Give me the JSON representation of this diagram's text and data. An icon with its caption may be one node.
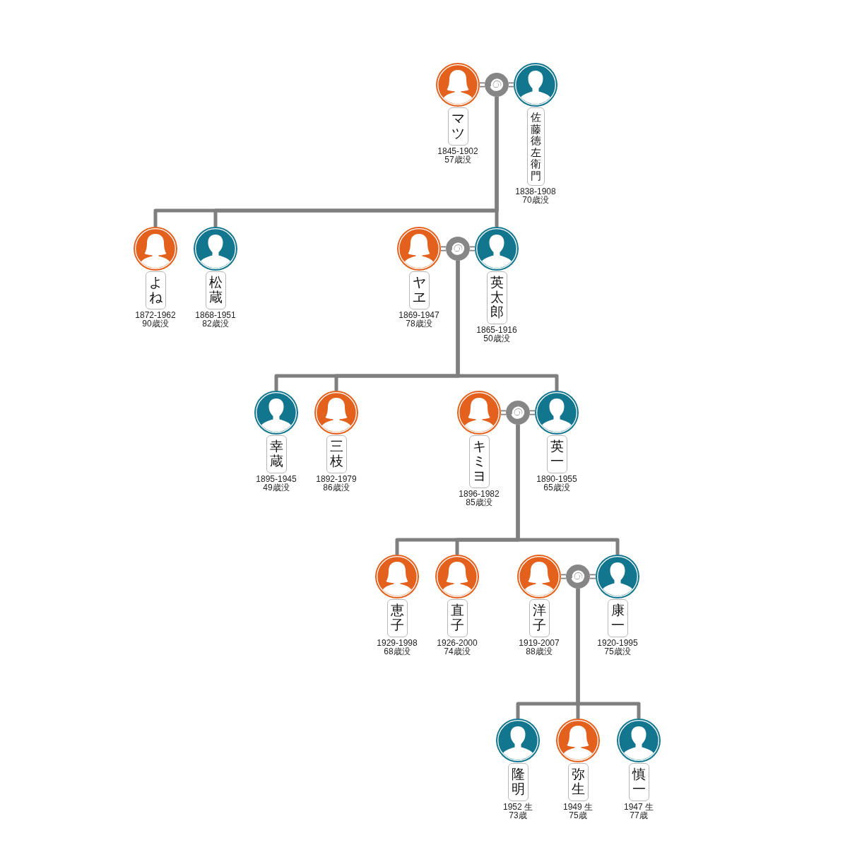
{
  "diagram": {
    "nodes": [
      {
        "text": [
          "マツ"
        ],
        "beside": [
          "1845-1902",
          "57歳没"
        ]
      },
      {
        "text": [],
        "shape": "circle"
      },
      {
        "text": [
          "佐藤徳左衛門"
        ],
        "beside": [
          "1838-1908",
          "70歳没"
        ]
      },
      {
        "text": [
          "よね"
        ],
        "beside": [
          "1872-1962",
          "90歳没"
        ]
      },
      {
        "text": [
          "松蔵"
        ],
        "beside": [
          "1868-1951",
          "82歳没"
        ]
      },
      {
        "text": [
          "ヤヱ"
        ],
        "beside": [
          "1869-1947",
          "78歳没"
        ]
      },
      {
        "text": [],
        "shape": "circle"
      },
      {
        "text": [
          "英太郎"
        ],
        "beside": [
          "1865-1916",
          "50歳没"
        ]
      },
      {
        "text": [
          "幸蔵"
        ],
        "beside": [
          "1895-1945",
          "49歳没"
        ]
      },
      {
        "text": [
          "三枝"
        ],
        "beside": [
          "1892-1979",
          "86歳没"
        ]
      },
      {
        "text": [
          "キミヨ"
        ],
        "beside": [
          "1896-1982",
          "85歳没"
        ]
      },
      {
        "text": [],
        "shape": "circle"
      },
      {
        "text": [
          "英一"
        ],
        "beside": [
          "1890-1955",
          "65歳没"
        ]
      },
      {
        "text": [
          "恵子"
        ],
        "beside": [
          "1929-1998",
          "68歳没"
        ]
      },
      {
        "text": [
          "直子"
        ],
        "beside": [
          "1926-2000",
          "74歳没"
        ]
      },
      {
        "text": [
          "洋子"
        ],
        "beside": [
          "1919-2007",
          "88歳没"
        ]
      },
      {
        "text": [],
        "shape": "circle"
      },
      {
        "text": [
          "康一"
        ],
        "beside": [
          "1920-1995",
          "75歳没"
        ]
      },
      {
        "text": [
          "隆明"
        ],
        "beside": [
          "1952 生",
          "73歳"
        ]
      },
      {
        "text": [
          "弥生"
        ],
        "beside": [
          "1949 生",
          "75歳"
        ]
      },
      {
        "text": [
          "慎一"
        ],
        "beside": [
          "1947 生",
          "77歳"
        ]
      }
    ],
    "edges": [
      {
        "from": 0,
        "to": 1,
        "arrow": "none"
      },
      {
        "from": 1,
        "to": 2,
        "arrow": "none"
      },
      {
        "from": 1,
        "to": 3,
        "arrow": "none"
      },
      {
        "from": 1,
        "to": 4,
        "arrow": "none"
      },
      {
        "from": 1,
        "to": 7,
        "arrow": "none"
      },
      {
        "from": 5,
        "to": 6,
        "arrow": "none"
      },
      {
        "from": 6,
        "to": 7,
        "arrow": "none"
      },
      {
        "from": 6,
        "to": 8,
        "arrow": "none"
      },
      {
        "from": 6,
        "to": 9,
        "arrow": "none"
      },
      {
        "from": 6,
        "to": 12,
        "arrow": "none"
      },
      {
        "from": 10,
        "to": 11,
        "arrow": "none"
      },
      {
        "from": 11,
        "to": 12,
        "arrow": "none"
      },
      {
        "from": 11,
        "to": 13,
        "arrow": "none"
      },
      {
        "from": 11,
        "to": 14,
        "arrow": "none"
      },
      {
        "from": 11,
        "to": 17,
        "arrow": "none"
      },
      {
        "from": 15,
        "to": 16,
        "arrow": "none"
      },
      {
        "from": 16,
        "to": 17,
        "arrow": "none"
      },
      {
        "from": 16,
        "to": 18,
        "arrow": "none"
      },
      {
        "from": 16,
        "to": 19,
        "arrow": "none"
      },
      {
        "from": 16,
        "to": 20,
        "arrow": "none"
      }
    ]
  }
}
